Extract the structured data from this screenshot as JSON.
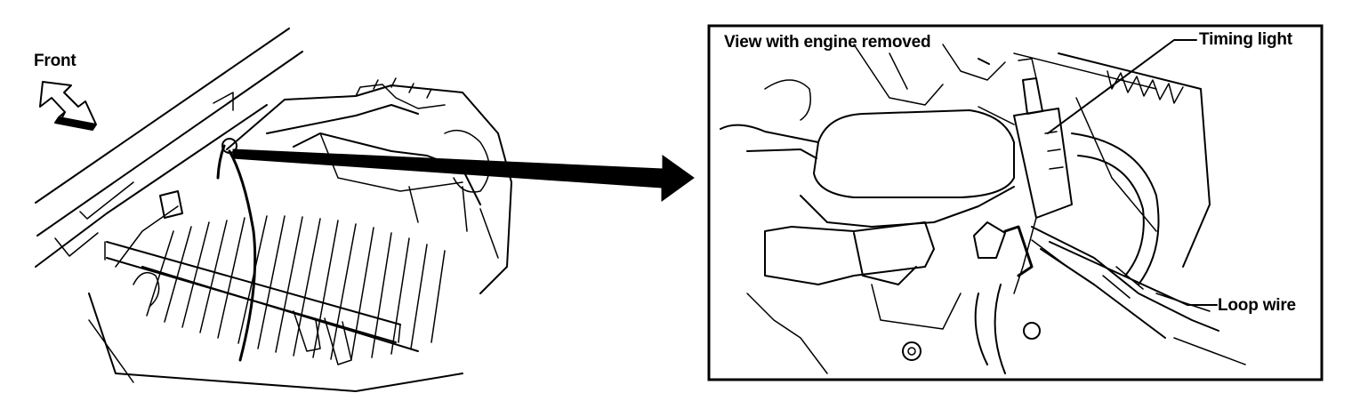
{
  "labels": {
    "front": "Front",
    "view_with_engine_removed": "View with engine removed",
    "timing_light": "Timing light",
    "loop_wire": "Loop wire"
  },
  "colors": {
    "line": "#000000",
    "background": "#ffffff"
  }
}
